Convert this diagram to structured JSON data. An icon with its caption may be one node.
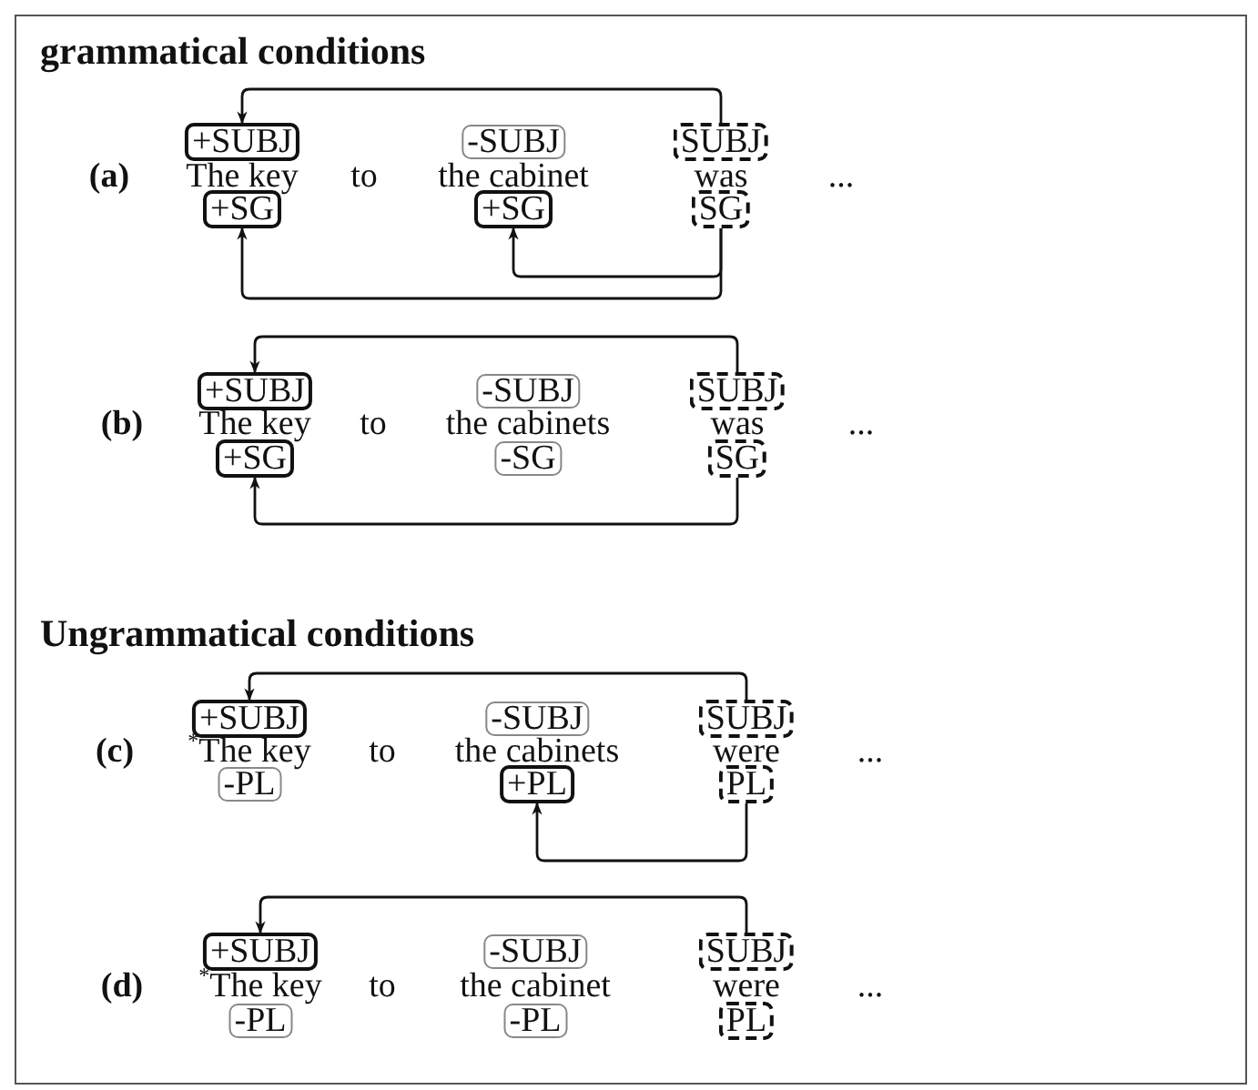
{
  "diagram": {
    "nodes": [
      {
        "text": [
          "+SUBJ"
        ]
      },
      {
        "text": [
          "-SUBJ"
        ]
      },
      {
        "text": [
          "SUBJ"
        ]
      },
      {
        "text": [
          "+SG"
        ]
      },
      {
        "text": [
          "+SG"
        ]
      },
      {
        "text": [
          "SG"
        ]
      },
      {
        "text": [
          "+SUBJ"
        ]
      },
      {
        "text": [
          "-SUBJ"
        ]
      },
      {
        "text": [
          "SUBJ"
        ]
      },
      {
        "text": [
          "+SG"
        ]
      },
      {
        "text": [
          "-SG"
        ]
      },
      {
        "text": [
          "SG"
        ]
      },
      {
        "text": [
          "+SUBJ"
        ]
      },
      {
        "text": [
          "-SUBJ"
        ]
      },
      {
        "text": [
          "SUBJ"
        ]
      },
      {
        "text": [
          "-PL"
        ]
      },
      {
        "text": [
          "+PL"
        ]
      },
      {
        "text": [
          "PL"
        ]
      },
      {
        "text": [
          "+SUBJ"
        ]
      },
      {
        "text": [
          "-SUBJ"
        ]
      },
      {
        "text": [
          "SUBJ"
        ]
      },
      {
        "text": [
          "-PL"
        ]
      },
      {
        "text": [
          "-PL"
        ]
      },
      {
        "text": [
          "PL"
        ]
      }
    ],
    "edges": [
      {
        "from": 2,
        "to": 0,
        "arrow": "to"
      },
      {
        "from": 5,
        "to": 4,
        "arrow": "to"
      },
      {
        "from": 5,
        "to": 3,
        "arrow": "to"
      },
      {
        "from": 8,
        "to": 6,
        "arrow": "to"
      },
      {
        "from": 11,
        "to": 9,
        "arrow": "to"
      },
      {
        "from": 14,
        "to": 12,
        "arrow": "to"
      },
      {
        "from": 17,
        "to": 16,
        "arrow": "to"
      },
      {
        "from": 20,
        "to": 18,
        "arrow": "to"
      }
    ],
    "labels": [
      "grammatical conditions",
      "(a)",
      "The key",
      "to",
      "the cabinet",
      "was",
      "...",
      "(b)",
      "The key",
      "to",
      "the cabinets",
      "was",
      "...",
      "Ungrammatical conditions",
      "(c)",
      "$^{*}$The key",
      "to",
      "the cabinets",
      "were",
      "...",
      "(d)",
      "$^{*}$The key",
      "to",
      "the cabinet",
      "were",
      "..."
    ]
  }
}
